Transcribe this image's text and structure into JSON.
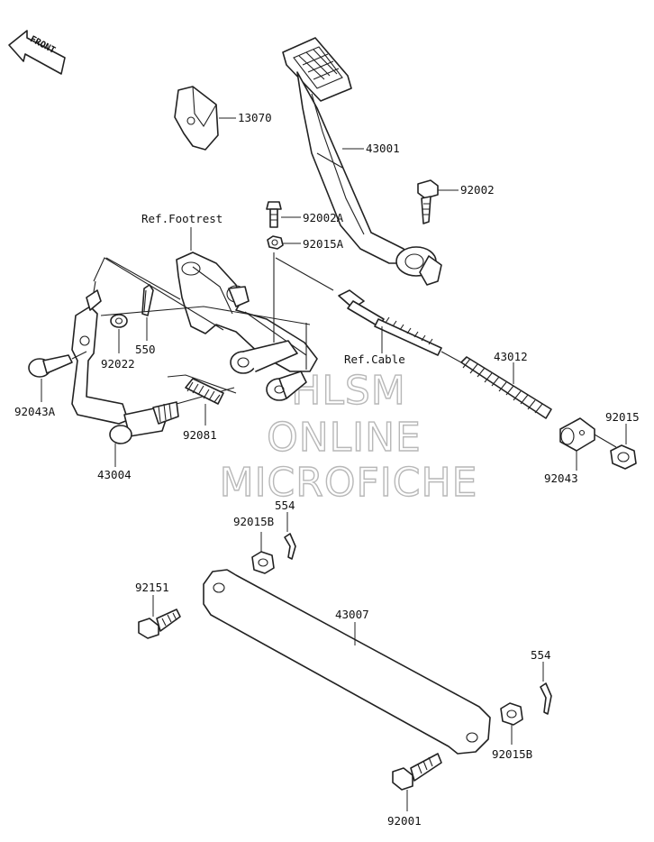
{
  "front_label": "FRONT",
  "watermark": [
    "HLSM",
    "ONLINE",
    "MICROFICHE"
  ],
  "labels": {
    "p13070": "13070",
    "p43001": "43001",
    "p92002": "92002",
    "p92002a": "92002A",
    "p92015a": "92015A",
    "ref_footrest": "Ref.Footrest",
    "ref_cable": "Ref.Cable",
    "p43012": "43012",
    "p92015": "92015",
    "p92043": "92043",
    "p550": "550",
    "p92022": "92022",
    "p92043a": "92043A",
    "p43004": "43004",
    "p92081": "92081",
    "p554_top": "554",
    "p92015b_top": "92015B",
    "p92151": "92151",
    "p43007": "43007",
    "p554_bottom": "554",
    "p92015b_bottom": "92015B",
    "p92001": "92001"
  }
}
